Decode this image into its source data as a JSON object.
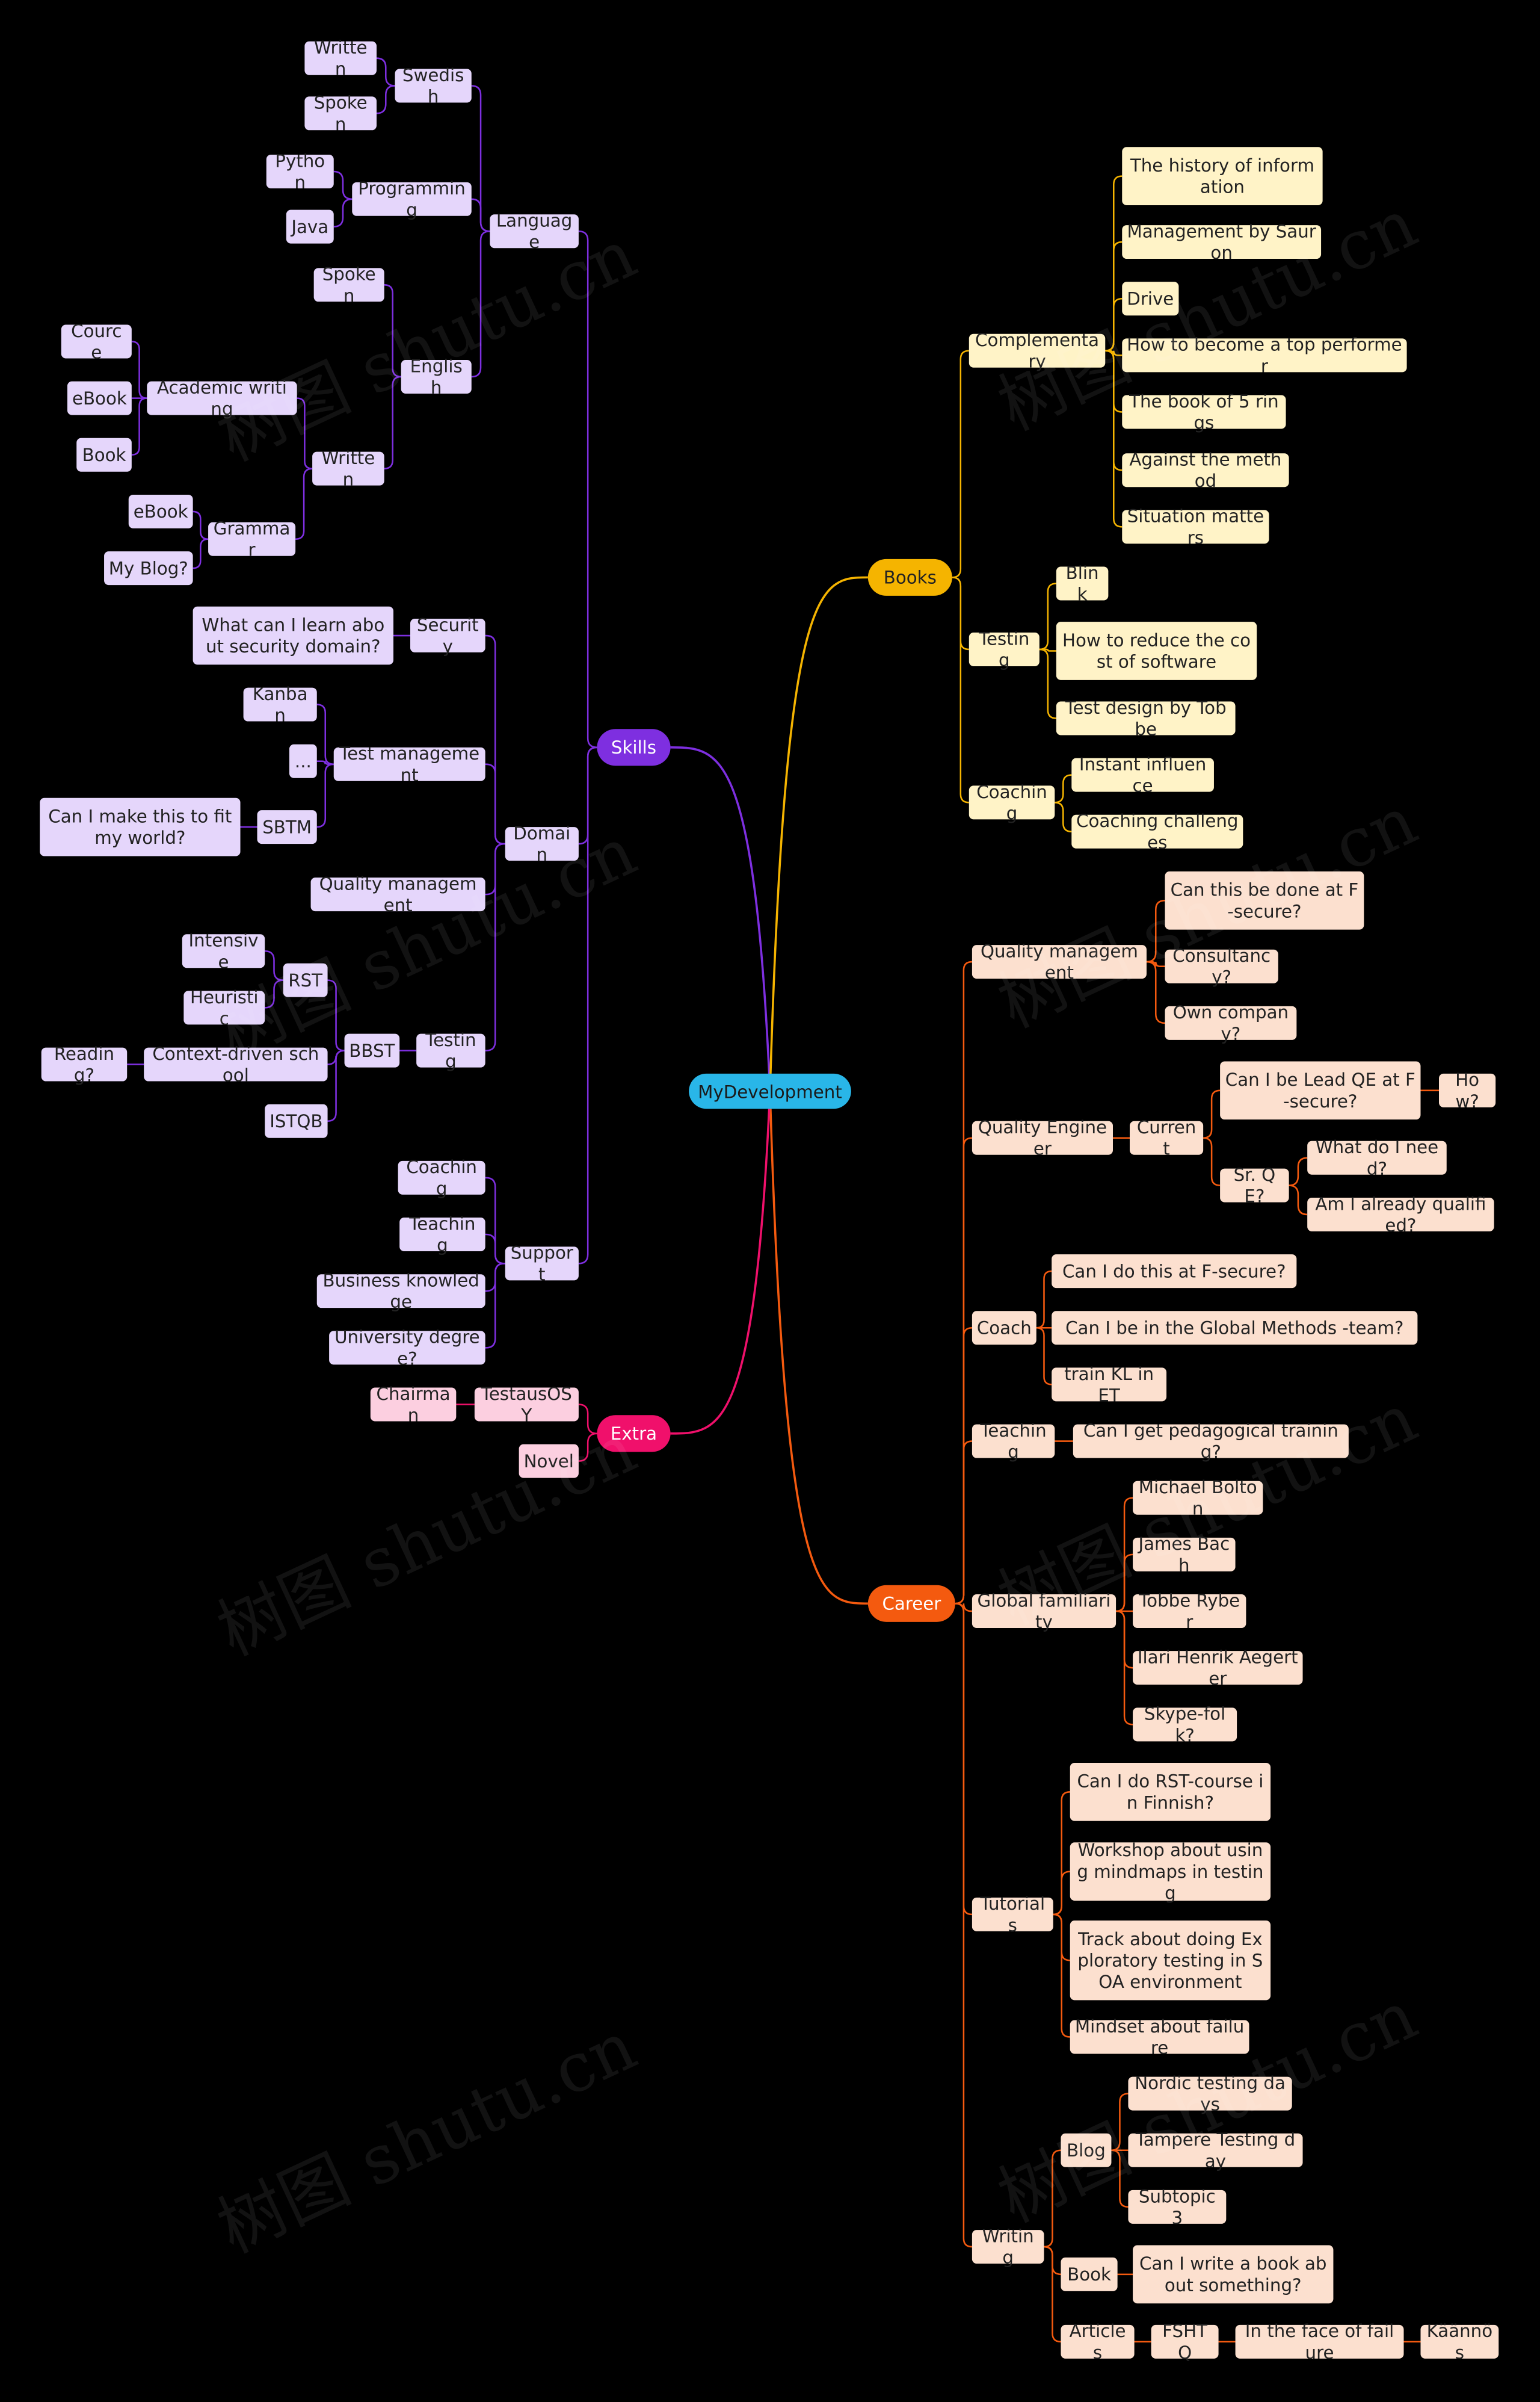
{
  "watermark": "树图 shutu.cn",
  "colors": {
    "skills": "#7E2FE0",
    "books": "#F5B400",
    "career": "#F45A0F",
    "extra": "#F0106B",
    "root": "#29B6E8"
  },
  "nodes": {
    "root": "MyDevelopment",
    "skills": "Skills",
    "books": "Books",
    "career": "Career",
    "extra": "Extra",
    "language": "Language",
    "swedish": "Swedish",
    "sw_written": "Written",
    "sw_spoken": "Spoken",
    "programming": "Programming",
    "python": "Python",
    "java": "Java",
    "english": "English",
    "en_spoken": "Spoken",
    "en_written": "Written",
    "academic": "Academic writing",
    "cource": "Cource",
    "ebook1": "eBook",
    "book1": "Book",
    "grammar": "Grammar",
    "ebook2": "eBook",
    "myblog": "My Blog?",
    "domain": "Domain",
    "security": "Security",
    "sec_q": "What can I learn about security domain?",
    "testmgmt": "Test management",
    "kanban": "Kanban",
    "dots": "...",
    "sbtm": "SBTM",
    "sbtm_q": "Can I make this to fit my world?",
    "qualitymgmt": "Quality management",
    "d_testing": "Testing",
    "bbst": "BBST",
    "rst": "RST",
    "intensive": "Intensive",
    "heuristic": "Heuristic",
    "cds": "Context-driven school",
    "reading": "Reading?",
    "istqb": "ISTQB",
    "support": "Support",
    "s_coaching": "Coaching",
    "s_teaching": "Teaching",
    "bizknow": "Business knowledge",
    "unidegree": "University degree?",
    "testausosy": "TestausOSY",
    "chairman": "Chairman",
    "novel": "Novel",
    "complementary": "Complementary",
    "bk1": "The history of information",
    "bk2": "Management by Sauron",
    "bk3": "Drive",
    "bk4": "How to become a top performer",
    "bk5": "The book of 5 rings",
    "bk6": "Against the method",
    "bk7": "Situation matters",
    "b_testing": "Testing",
    "blink": "Blink",
    "reducecost": "How to reduce the cost of software",
    "testdesign": "Test design by Tobbe",
    "b_coaching": "Coaching",
    "instant": "Instant influence",
    "coachchall": "Coaching challenges",
    "c_qm": "Quality management",
    "fsecure": "Can this be done at F-secure?",
    "consultancy": "Consultancy?",
    "owncompany": "Own company?",
    "qe": "Quality Engineer",
    "current": "Current",
    "leadqe": "Can I be Lead QE at F-secure?",
    "how": "How?",
    "srqe": "Sr. QE?",
    "whatneed": "What do I need?",
    "qualified": "Am I already qualified?",
    "coach": "Coach",
    "coach1": "Can I do this at F-secure?",
    "coach2": "Can I be in the Global Methods -team?",
    "coach3": "train KL in ET",
    "c_teaching": "Teaching",
    "pedagog": "Can I get pedagogical training?",
    "global": "Global familiarity",
    "g1": "Michael Bolton",
    "g2": "James Bach",
    "g3": "Tobbe Ryber",
    "g4": "Ilari Henrik Aegerter",
    "g5": "Skype-folk?",
    "tutorials": "Tutorials",
    "t1": "Can I do RST-course in Finnish?",
    "t2": "Workshop about using mindmaps in testing",
    "t3": "Track about doing Exploratory testing in SOA environment",
    "t4": "Mindset about failure",
    "writing": "Writing",
    "blog": "Blog",
    "nordic": "Nordic testing days",
    "tampere": "Tampere Testing day",
    "subtopic3": "Subtopic 3",
    "w_book": "Book",
    "writebook": "Can I write a book about something?",
    "articles": "Articles",
    "fshtq": "FSHTQ",
    "faceoffailure": "In the face of failure",
    "kaannos": "Käännös"
  }
}
